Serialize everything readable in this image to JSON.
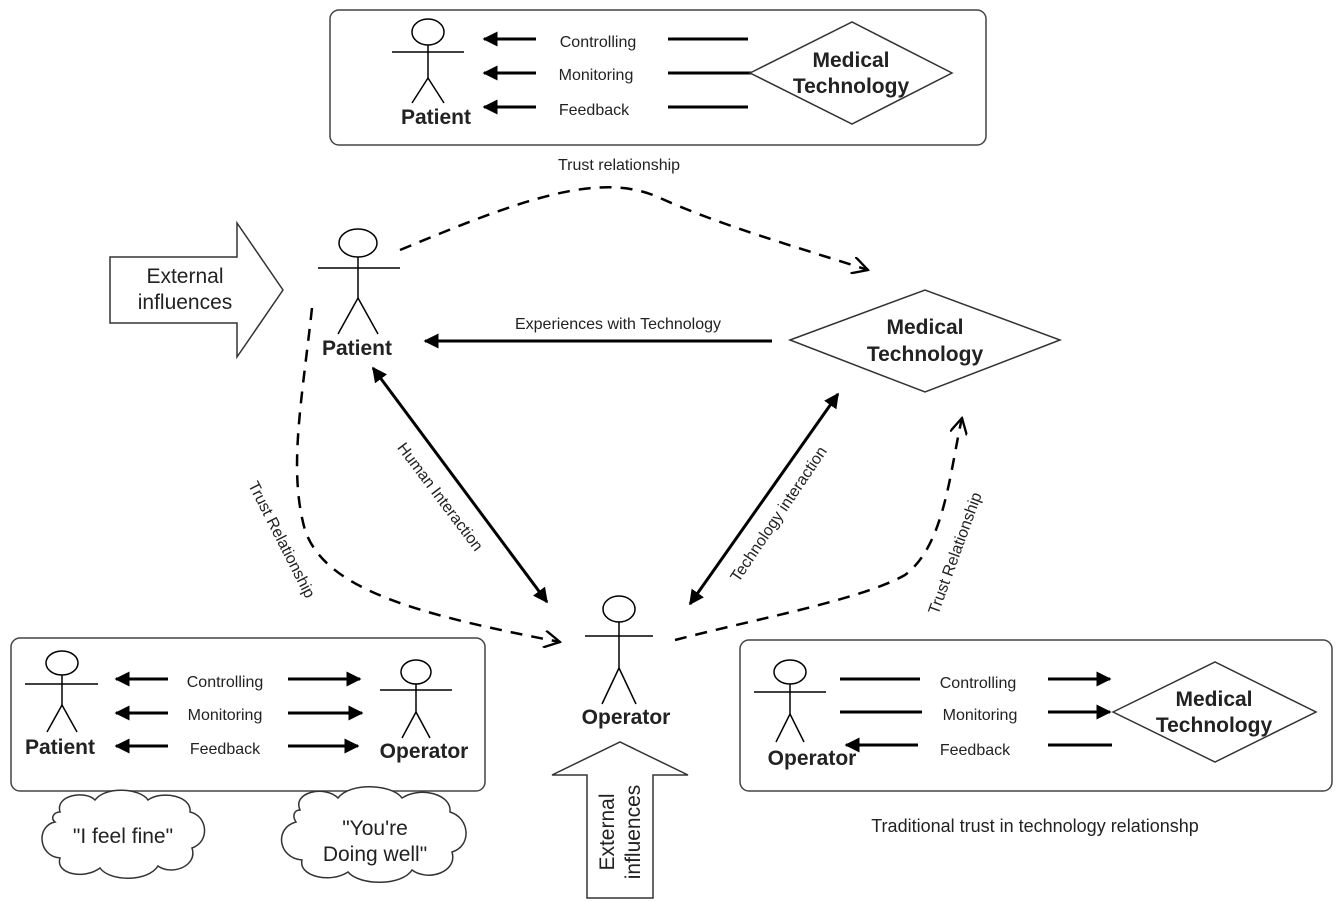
{
  "top_box": {
    "actor": "Patient",
    "tech_line1": "Medical",
    "tech_line2": "Technology",
    "rel1": "Controlling",
    "rel2": "Monitoring",
    "rel3": "Feedback"
  },
  "top_caption": "Trust relationship",
  "external_left": {
    "line1": "External",
    "line2": "influences"
  },
  "external_bottom": {
    "line1": "External",
    "line2": "influences"
  },
  "center": {
    "patient": "Patient",
    "operator": "Operator",
    "tech_line1": "Medical",
    "tech_line2": "Technology",
    "experiences": "Experiences with Technology",
    "human_interaction": "Human Interaction",
    "technology_interaction": "Technology interaction",
    "trust_left": "Trust Relationship",
    "trust_right": "Trust Relationship"
  },
  "bottom_left_box": {
    "actor_left": "Patient",
    "actor_right": "Operator",
    "rel1": "Controlling",
    "rel2": "Monitoring",
    "rel3": "Feedback"
  },
  "cloud_left": "\"I feel fine\"",
  "cloud_right": {
    "line1": "\"You're",
    "line2": "Doing well\""
  },
  "bottom_right_box": {
    "actor": "Operator",
    "tech_line1": "Medical",
    "tech_line2": "Technology",
    "rel1": "Controlling",
    "rel2": "Monitoring",
    "rel3": "Feedback"
  },
  "bottom_right_caption": "Traditional trust in technology relationshp"
}
